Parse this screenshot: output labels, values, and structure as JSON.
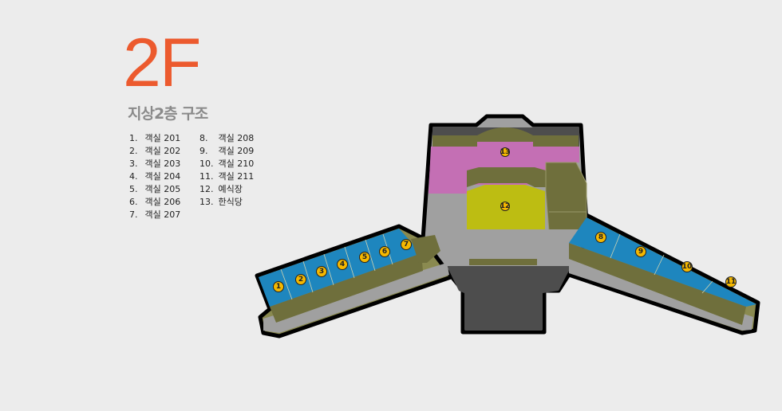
{
  "title": "2F",
  "subtitle": "지상2층 구조",
  "legend": [
    {
      "num": "1.",
      "name": "객실 201"
    },
    {
      "num": "2.",
      "name": "객실 202"
    },
    {
      "num": "3.",
      "name": "객실 203"
    },
    {
      "num": "4.",
      "name": "객실 204"
    },
    {
      "num": "5.",
      "name": "객실 205"
    },
    {
      "num": "6.",
      "name": "객실 206"
    },
    {
      "num": "7.",
      "name": "객실 207"
    },
    {
      "num": "8.",
      "name": "객실 208"
    },
    {
      "num": "9.",
      "name": "객실 209"
    },
    {
      "num": "10.",
      "name": "객실 210"
    },
    {
      "num": "11.",
      "name": "객실 211"
    },
    {
      "num": "12.",
      "name": "예식장"
    },
    {
      "num": "13.",
      "name": "한식당"
    }
  ],
  "map_labels": [
    "1",
    "2",
    "3",
    "4",
    "5",
    "6",
    "7",
    "8",
    "9",
    "10",
    "11",
    "12",
    "13"
  ],
  "colors": {
    "accent": "#ec5a2e",
    "rooms": "#1e86be",
    "wedding": "#bdbd12",
    "restaurant": "#c46fb4",
    "wall": "#6f6f3c",
    "floor": "#a0a0a0",
    "dark": "#4d4d4d",
    "marker": "#f5b800"
  }
}
